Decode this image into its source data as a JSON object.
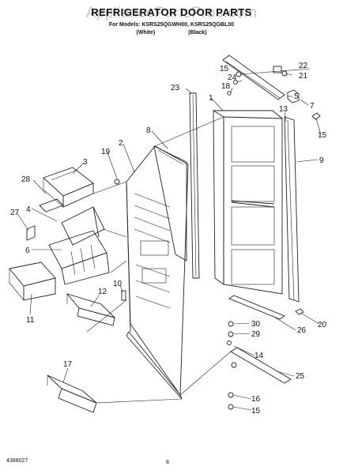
{
  "header": {
    "title": "REFRIGERATOR DOOR PARTS",
    "models": "For Models: KSRS25QGWH00, KSRS25QGBL00",
    "variants": "(White) (Black)",
    "watermark": "AppliancePartsPros.com"
  },
  "footer": {
    "part_number": "4388027",
    "page_number": "8"
  },
  "callouts": [
    {
      "id": "c1",
      "label": "1"
    },
    {
      "id": "c2",
      "label": "2"
    },
    {
      "id": "c3",
      "label": "3"
    },
    {
      "id": "c4",
      "label": "4"
    },
    {
      "id": "c5",
      "label": "5"
    },
    {
      "id": "c6",
      "label": "6"
    },
    {
      "id": "c7",
      "label": "7"
    },
    {
      "id": "c8",
      "label": "8"
    },
    {
      "id": "c9",
      "label": "9"
    },
    {
      "id": "c10",
      "label": "10"
    },
    {
      "id": "c11",
      "label": "11"
    },
    {
      "id": "c12",
      "label": "12"
    },
    {
      "id": "c13",
      "label": "13"
    },
    {
      "id": "c14",
      "label": "14"
    },
    {
      "id": "c15a",
      "label": "15"
    },
    {
      "id": "c15b",
      "label": "15"
    },
    {
      "id": "c15c",
      "label": "15"
    },
    {
      "id": "c16",
      "label": "16"
    },
    {
      "id": "c17",
      "label": "17"
    },
    {
      "id": "c18",
      "label": "18"
    },
    {
      "id": "c19",
      "label": "19"
    },
    {
      "id": "c20",
      "label": "20"
    },
    {
      "id": "c21",
      "label": "21"
    },
    {
      "id": "c22",
      "label": "22"
    },
    {
      "id": "c23",
      "label": "23"
    },
    {
      "id": "c24",
      "label": "24"
    },
    {
      "id": "c25",
      "label": "25"
    },
    {
      "id": "c26",
      "label": "26"
    },
    {
      "id": "c27",
      "label": "27"
    },
    {
      "id": "c28",
      "label": "28"
    },
    {
      "id": "c29",
      "label": "29"
    },
    {
      "id": "c30",
      "label": "30"
    }
  ]
}
